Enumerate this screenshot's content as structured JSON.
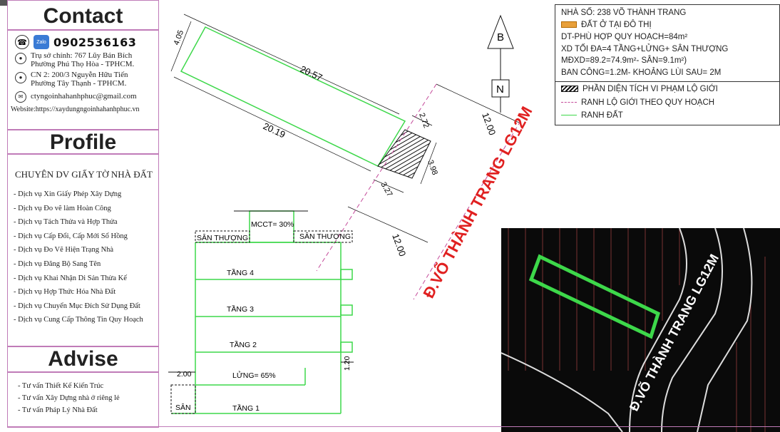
{
  "contact": {
    "title": "Contact",
    "phone": "0902536163",
    "zalo_label": "Zalo",
    "hq_line1": "Trụ sở chính: 767 Lũy Bán Bích",
    "hq_line2": "Phường Phú Thọ Hòa - TPHCM.",
    "branch_line1": "CN 2: 200/3 Nguyễn Hữu Tiến",
    "branch_line2": "Phường Tây Thạnh - TPHCM.",
    "email": "ctyngoinhahanhphuc@gmail.com",
    "website": "Website:https://xaydungngoinhahanhphuc.vn"
  },
  "profile": {
    "title": "Profile",
    "heading": "CHUYÊN DV GIẤY TỜ NHÀ ĐẤT",
    "services": [
      "- Dịch vụ Xin Giấy Phép Xây Dựng",
      "- Dịch vụ Đo vẽ làm Hoàn Công",
      "- Dịch vụ Tách Thửa và Hợp Thửa",
      "- Dịch vụ Cấp Đổi, Cấp Mới Sổ Hồng",
      "- Dịch vụ Đo Vẽ Hiện Trạng Nhà",
      "- Dịch vụ Đăng Bộ Sang Tên",
      "- Dịch vụ Khai Nhận Di Sản Thừa Kế",
      "- Dịch vụ Hợp Thức Hóa Nhà Đất",
      "- Dịch vụ Chuyển Mục Đích Sử Dụng Đất",
      "- Dịch vụ Cung Cấp Thông Tin Quy Hoạch"
    ]
  },
  "advise": {
    "title": "Advise",
    "items": [
      "- Tư vấn Thiết Kế Kiến Trúc",
      "- Tư vấn Xây Dựng nhà ở riêng lẻ",
      "- Tư vấn Pháp Lý Nhà Đất"
    ]
  },
  "legend": {
    "address": "NHÀ SỐ: 238 VÕ THÀNH TRANG",
    "land_type": "ĐẤT Ở TẠI ĐÔ THỊ",
    "area": "DT-PHÙ HỢP QUY HOẠCH=84m²",
    "max_build": "XD TỐI ĐA=4 TẦNG+LỬNG+ SÂN THƯỢNG",
    "density": "MĐXD=89.2=74.9m²- SÂN=9.1m²)",
    "balcony": "BAN CÔNG=1.2M- KHOẢNG LÙI SAU= 2M",
    "violation": "PHẦN DIỆN TÍCH VI PHẠM LỘ GIỚI",
    "setback_line": "RANH LỘ GIỚI THEO QUY HOẠCH",
    "boundary": "RANH ĐẤT"
  },
  "plan": {
    "dim_top": "20.57",
    "dim_bottom": "20.19",
    "dim_left": "4.05",
    "dim_272": "2.72",
    "dim_398": "3.98",
    "dim_327": "3.27",
    "dim_1200a": "12.00",
    "dim_1200b": "12.00",
    "north_b": "B",
    "north_n": "N",
    "street": "Đ.VÕ THÀNH TRANG LG12M"
  },
  "section": {
    "mcct": "MCCT= 30%",
    "roof_left": "SÂN THƯỢNG",
    "roof_right": "SÂN THƯỢNG",
    "floor4": "TẦNG 4",
    "floor3": "TẦNG 3",
    "floor2": "TẦNG 2",
    "mezz": "LỬNG= 65%",
    "floor1": "TẦNG 1",
    "yard": "SÂN",
    "dim_200": "2.00",
    "dim_120": "1.20"
  },
  "photo": {
    "street": "Đ.VÕ THÀNH TRANG LG12M"
  }
}
